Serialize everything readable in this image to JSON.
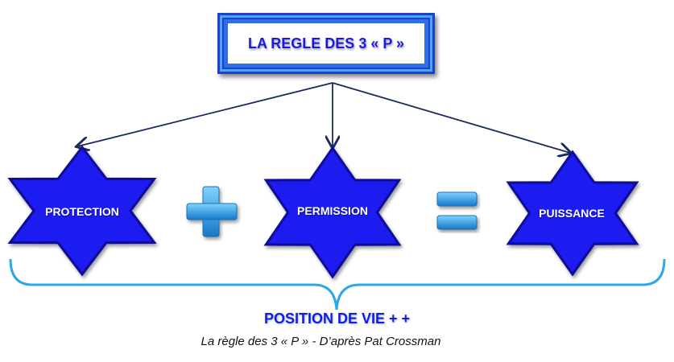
{
  "title": "LA REGLE DES 3 « P »",
  "stars": [
    {
      "label": "PROTECTION"
    },
    {
      "label": "PERMISSION"
    },
    {
      "label": "PUISSANCE"
    }
  ],
  "operators": {
    "plus": "plus-sign",
    "equals": "equals-sign"
  },
  "result": "POSITION DE VIE + +",
  "caption": "La règle des 3 « P » - D’après Pat Crossman",
  "colors": {
    "star": "#1a1af0",
    "text_blue": "#1a1adf",
    "operator": "#29a6e8",
    "arrow": "#1b2a5e",
    "brace": "#2aa8e8"
  }
}
